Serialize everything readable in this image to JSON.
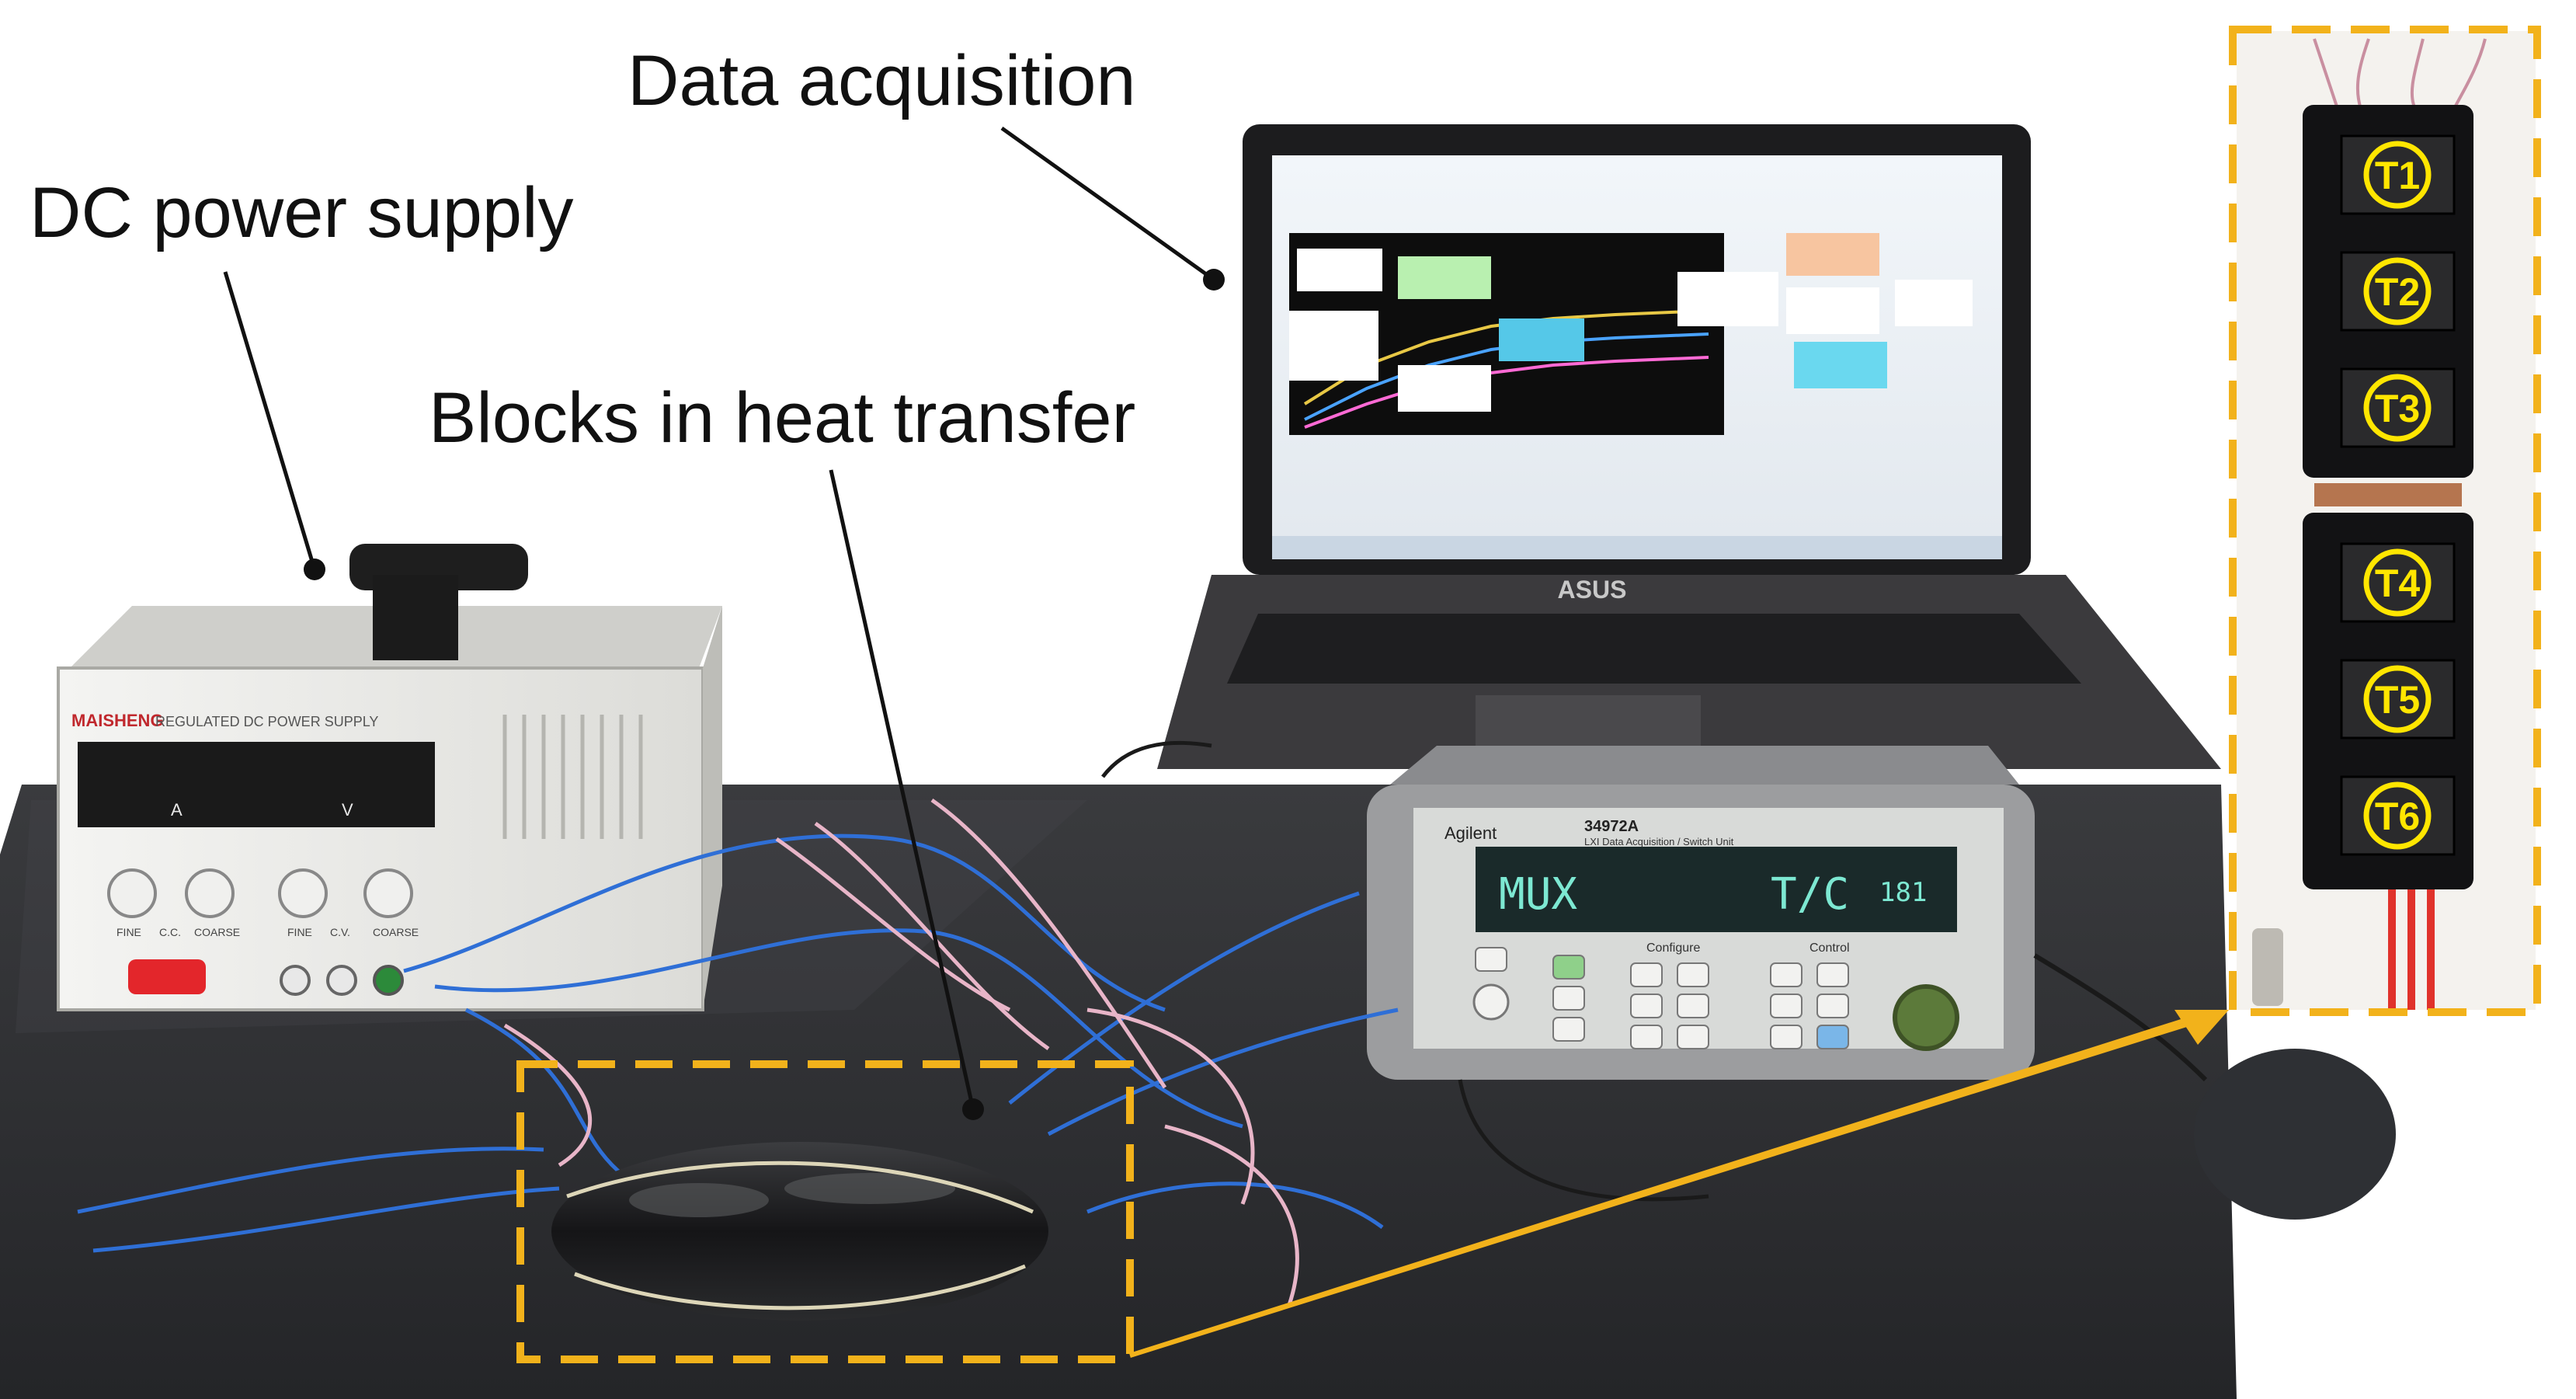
{
  "callouts": {
    "dc_power_supply": "DC power supply",
    "data_acquisition": "Data acquisition",
    "blocks_in_heat_transfer": "Blocks in heat transfer"
  },
  "power_supply": {
    "brand": "MAISHENG",
    "model_text": "REGULATED DC POWER SUPPLY",
    "meter_a": "A",
    "meter_v": "V",
    "knob_labels": [
      "FINE",
      "COARSE",
      "FINE",
      "COARSE"
    ],
    "mode_labels": [
      "C.C.",
      "C.V."
    ]
  },
  "laptop": {
    "brand": "ASUS"
  },
  "daq_unit": {
    "brand": "Agilent",
    "model": "34972A",
    "subtitle": "LXI Data Acquisition / Switch Unit",
    "display_left": "MUX",
    "display_right": "T/C",
    "display_value": "181",
    "section_labels": [
      "Configure",
      "Control"
    ]
  },
  "inset": {
    "sensors": [
      "T1",
      "T2",
      "T3",
      "T4",
      "T5",
      "T6"
    ]
  },
  "colors": {
    "highlight": "#f2b21b",
    "sensor_ring": "#ffe600",
    "table": "#2b2c2f",
    "wire_blue": "#2f6fd6"
  }
}
